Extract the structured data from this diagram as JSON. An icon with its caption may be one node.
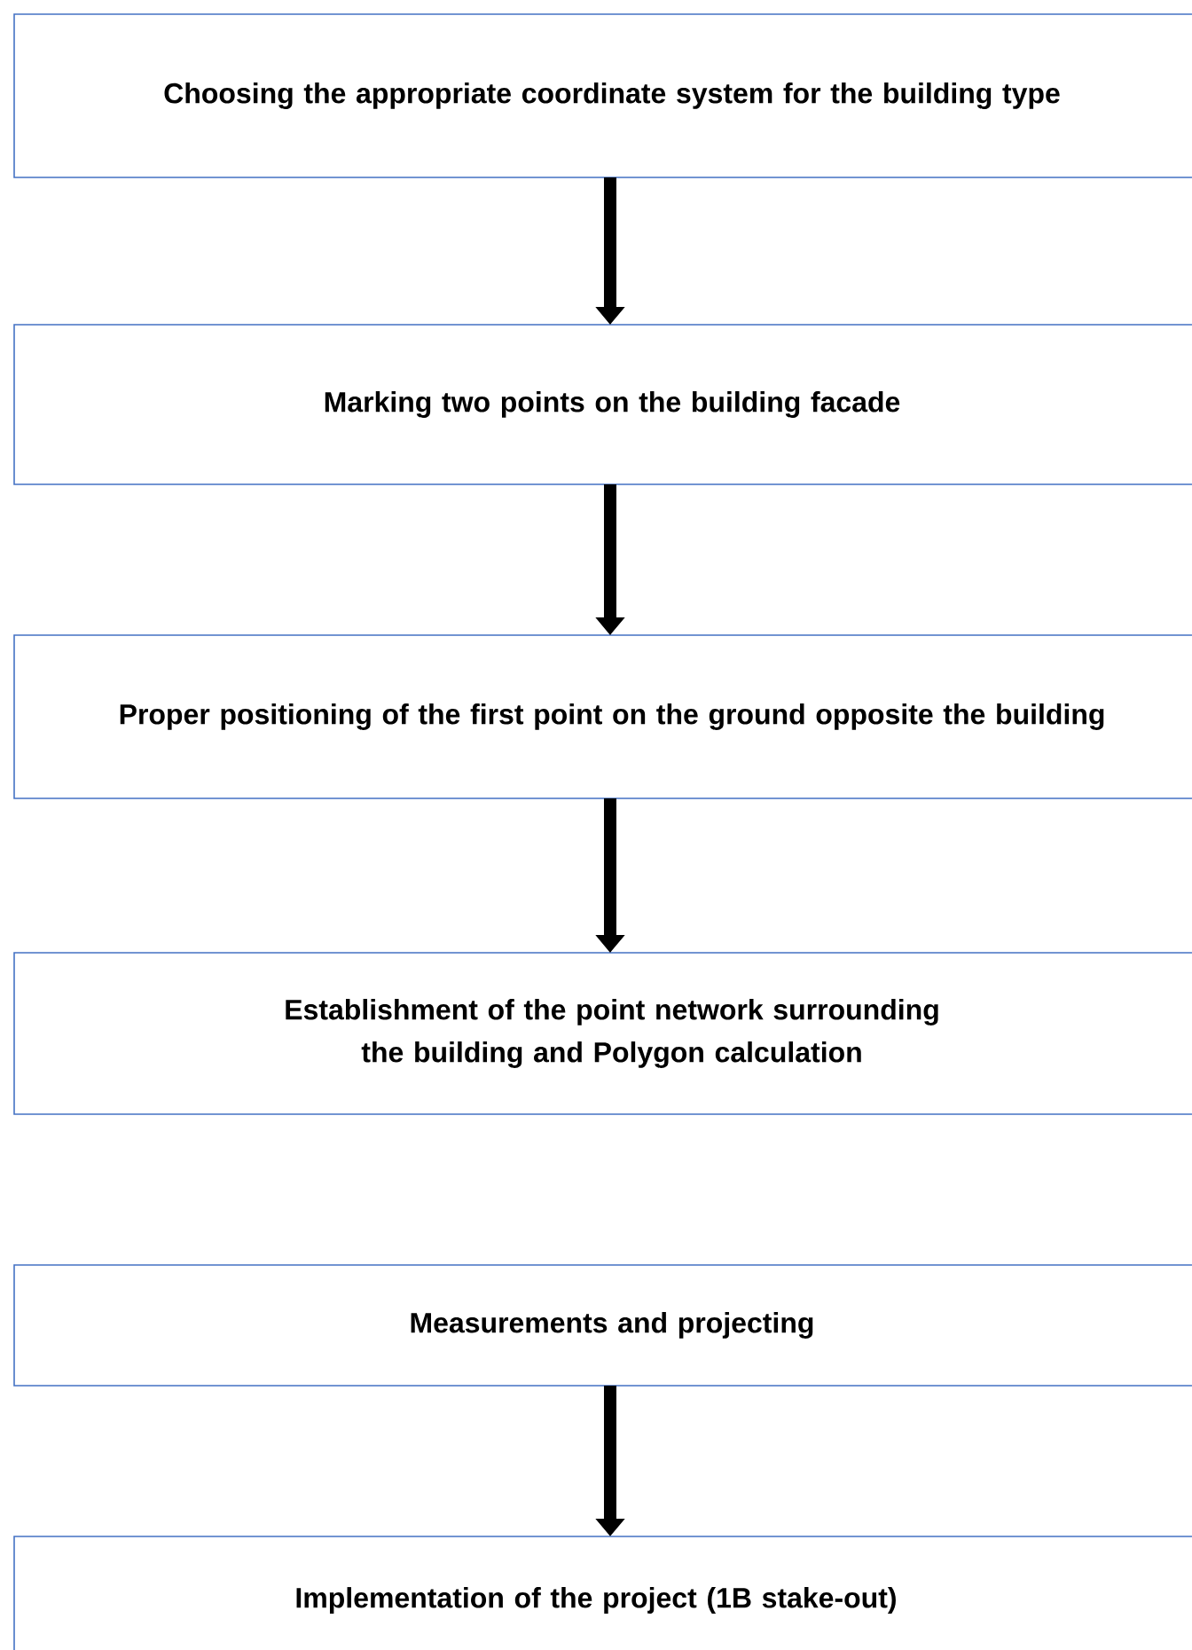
{
  "diagram": {
    "nodes": [
      {
        "text": [
          "Choosing the appropriate coordinate system for the building type"
        ]
      },
      {
        "text": [
          "Marking two points on the building facade"
        ]
      },
      {
        "text": [
          "Proper positioning of the first point on the ground opposite the building"
        ]
      },
      {
        "text": [
          "Establishment of the point network surrounding the building and Polygon calculation"
        ]
      },
      {
        "text": [
          "Measurements and projecting"
        ]
      },
      {
        "text": [
          "Implementation of the project (1B stake-out)"
        ]
      }
    ],
    "edges": [
      {
        "from": 0,
        "to": 1,
        "arrow": "to"
      },
      {
        "from": 1,
        "to": 2,
        "arrow": "to"
      },
      {
        "from": 2,
        "to": 3,
        "arrow": "to"
      },
      {
        "from": 4,
        "to": 5,
        "arrow": "to"
      }
    ]
  }
}
